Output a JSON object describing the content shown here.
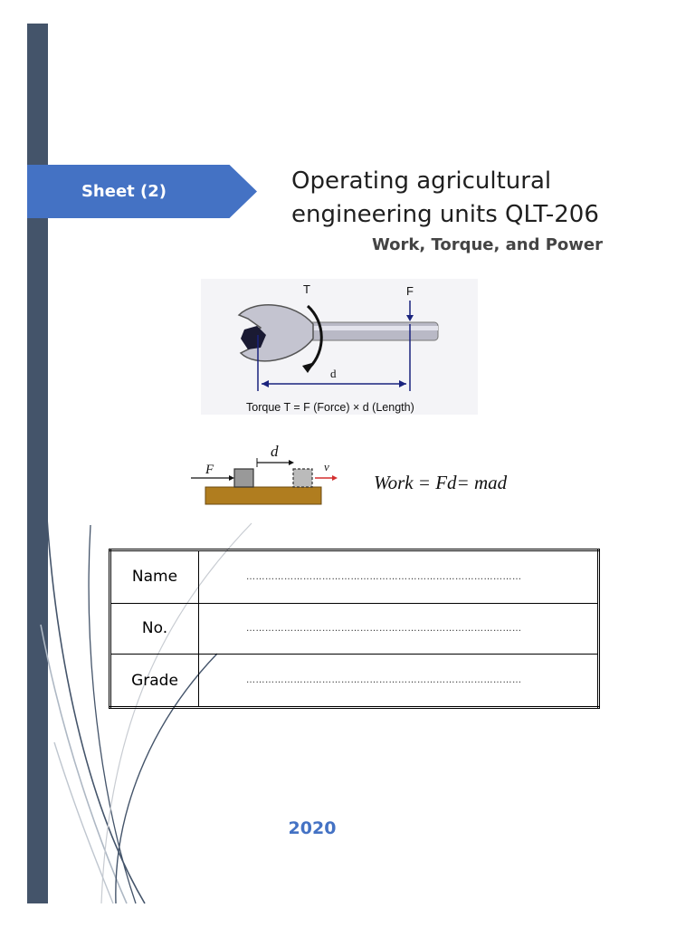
{
  "sheet": {
    "label": "Sheet (2)"
  },
  "course": {
    "title_line1": "Operating agricultural",
    "title_line2": "engineering units QLT-206",
    "subtitle": "Work, Torque, and Power"
  },
  "torque_figure": {
    "label_t": "T",
    "label_f": "F",
    "label_d": "d",
    "caption": "Torque T = F (Force) × d (Length)"
  },
  "work_figure": {
    "label_f": "F",
    "label_d": "d",
    "label_v": "v",
    "formula": "Work = Fd= mad"
  },
  "student_table": {
    "rows": [
      {
        "label": "Name",
        "blank": "……………………………………………………………………………"
      },
      {
        "label": "No.",
        "blank": "……………………………………………………………………………"
      },
      {
        "label": "Grade",
        "blank": "……………………………………………………………………………"
      }
    ]
  },
  "year": "2020",
  "colors": {
    "sidebar": "#44546a",
    "accent": "#4472c4",
    "navy": "#1a237e"
  }
}
